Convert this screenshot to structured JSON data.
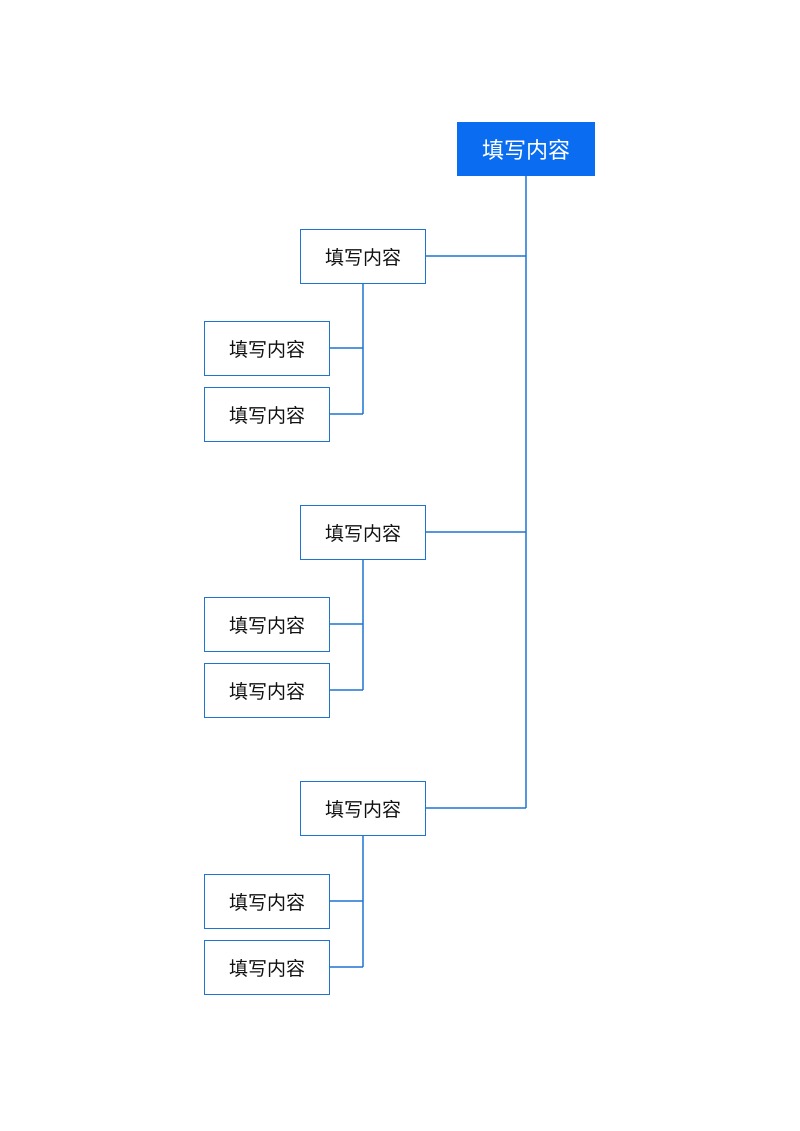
{
  "colors": {
    "root_fill": "#0a6cf0",
    "border": "#1f73d1",
    "connector": "#1f73d1",
    "text": "#111111",
    "root_text": "#ffffff"
  },
  "tree": {
    "root": "填写内容",
    "branches": [
      {
        "label": "填写内容",
        "children": [
          "填写内容",
          "填写内容"
        ]
      },
      {
        "label": "填写内容",
        "children": [
          "填写内容",
          "填写内容"
        ]
      },
      {
        "label": "填写内容",
        "children": [
          "填写内容",
          "填写内容"
        ]
      }
    ]
  }
}
